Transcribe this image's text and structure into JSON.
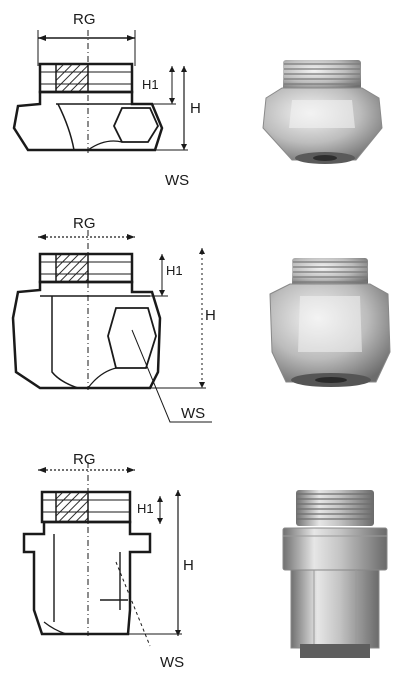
{
  "colors": {
    "line": "#1a1a1a",
    "hatch": "#2a2a2a",
    "metal_light": "#e9e9e9",
    "metal_mid": "#b9b9b9",
    "metal_dark": "#6f6f6f"
  },
  "icons": [
    "nozzle-drawing",
    "nozzle-photo"
  ],
  "variants": [
    {
      "rg": "RG",
      "h1": "H1",
      "h": "H",
      "ws": "WS"
    },
    {
      "rg": "RG",
      "h1": "H1",
      "h": "H",
      "ws": "WS"
    },
    {
      "rg": "RG",
      "h1": "H1",
      "h": "H",
      "ws": "WS"
    }
  ]
}
